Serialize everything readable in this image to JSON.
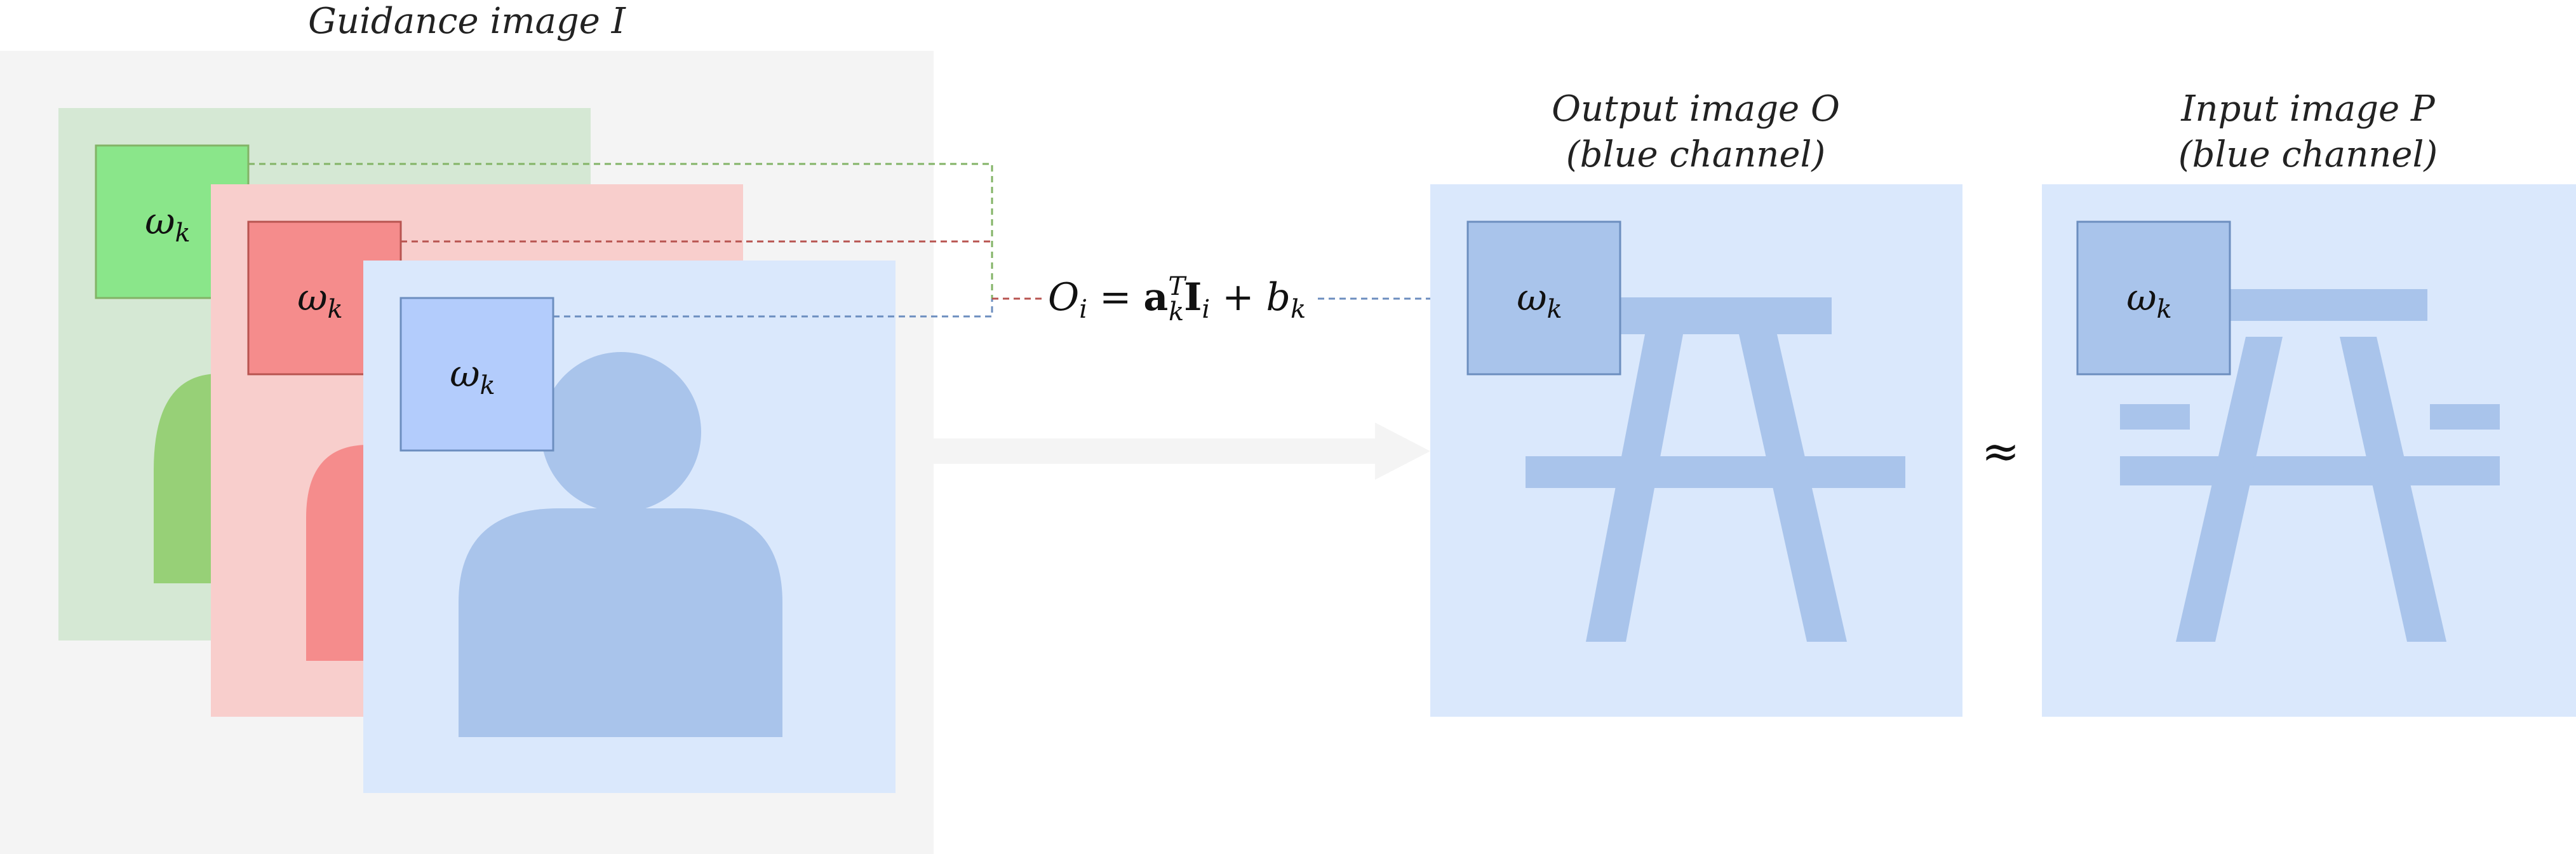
{
  "guidance": {
    "caption_main": "Guidance image ",
    "caption_symbol": "I"
  },
  "output": {
    "caption_line1_main": "Output image ",
    "caption_line1_symbol": "O",
    "caption_line2": "(blue channel)"
  },
  "input": {
    "caption_line1_main": "Input image ",
    "caption_line1_symbol": "P",
    "caption_line2": "(blue channel)"
  },
  "window": {
    "omega": "ω",
    "sub": "k"
  },
  "equation": {
    "O": "O",
    "i": "i",
    "eq": " = ",
    "a": "a",
    "T": "T",
    "k": "k",
    "I": "I",
    "i2": "i",
    "plus": " + ",
    "b": "b",
    "k2": "k"
  },
  "approx_symbol": "≈",
  "colors": {
    "background_panel": "#f4f4f4",
    "green_channel": "#d5e8d4",
    "green_window": "#8ae68a",
    "green_shape": "#97d077",
    "red_channel": "#f8cecc",
    "red_window": "#f58c8c",
    "red_shape": "#f58c8c",
    "blue_channel": "#dae8fc",
    "blue_window": "#b3ccfc",
    "blue_shape": "#a9c4eb",
    "arrow": "#f4f4f4"
  }
}
